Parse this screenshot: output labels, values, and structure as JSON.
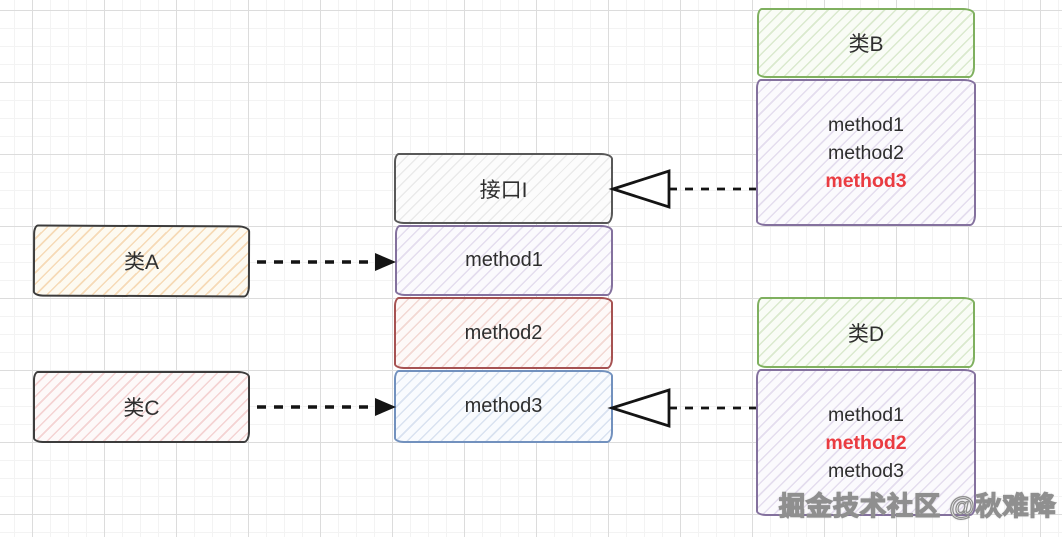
{
  "diagram": {
    "class_a": {
      "label": "类A"
    },
    "class_c": {
      "label": "类C"
    },
    "interface": {
      "label": "接口I"
    },
    "interface_methods": [
      {
        "label": "method1"
      },
      {
        "label": "method2"
      },
      {
        "label": "method3"
      }
    ],
    "class_b": {
      "title": "类B",
      "methods": [
        {
          "label": "method1",
          "highlighted": false
        },
        {
          "label": "method2",
          "highlighted": false
        },
        {
          "label": "method3",
          "highlighted": true
        }
      ]
    },
    "class_d": {
      "title": "类D",
      "methods": [
        {
          "label": "method1",
          "highlighted": false
        },
        {
          "label": "method2",
          "highlighted": true
        },
        {
          "label": "method3",
          "highlighted": false
        }
      ]
    },
    "relations": [
      {
        "from": "类A",
        "to": "method1",
        "style": "dashed-arrow"
      },
      {
        "from": "类C",
        "to": "method3",
        "style": "dashed-arrow"
      },
      {
        "from": "类B",
        "to": "接口I",
        "style": "dashed-realization-triangle"
      },
      {
        "from": "类D",
        "to": "method3",
        "style": "dashed-realization-triangle"
      }
    ],
    "watermark": {
      "text": "掘金技术社区 @秋难降"
    },
    "colors": {
      "highlight_red": "#ea3b41",
      "green_border": "#7fb05f",
      "purple_border": "#84719e",
      "red_border": "#a65252",
      "blue_border": "#7291be",
      "dark_border": "#3c3c3c",
      "gray_border": "#585858",
      "arrow_black": "#141414",
      "watermark_outline": "#8f8f8f"
    }
  }
}
